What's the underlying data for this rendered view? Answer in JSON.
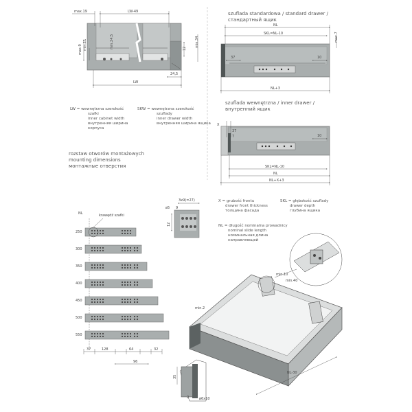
{
  "top_left": {
    "dims": {
      "max19": "max.19",
      "lw49": "LW-49",
      "max9": "max.9",
      "min11": "min.11",
      "min245": "min.24,5",
      "d12": "12",
      "min34": "min.34",
      "d245": "24,5",
      "lw": "LW"
    },
    "legend_lw": [
      "LW = wewnętrzna szerokość",
      "szafki",
      "inner cabinet width",
      "внутренняя ширина",
      "корпуса"
    ],
    "legend_skw": [
      "SKW = wewnętrzna szerokość",
      "szuflady",
      "inner drawer width",
      "внутренняя ширина ящика"
    ]
  },
  "standard_drawer": {
    "title": [
      "szuflada standardowa / standard drawer /",
      "стандартный ящик"
    ],
    "dims": {
      "nl": "NL",
      "skl": "SKL=NL-10",
      "max7": "max.7",
      "d37": "37",
      "d10": "10",
      "nl3": "NL+3"
    }
  },
  "inner_drawer": {
    "title": [
      "szuflada wewnętrzna / inner drawer /",
      "внутренний ящик"
    ],
    "dims": {
      "x": "X",
      "d37": "37",
      "d7": "7",
      "d10": "10",
      "skl": "SKL=NL-10",
      "nl": "NL",
      "nlx3": "NL+X+3"
    }
  },
  "mounting": {
    "title": [
      "rozstaw otworów montażowych",
      "mounting dimensions",
      "монтажные отверстия"
    ],
    "nl_label": "NL",
    "edge_label": "krawędź szafki",
    "rows": [
      "250",
      "300",
      "350",
      "400",
      "450",
      "500",
      "550"
    ],
    "bottom_dims": {
      "d37": "37",
      "d128": "128",
      "d64": "64",
      "d32": "32",
      "d96": "96"
    }
  },
  "hole_detail": {
    "d3x9": "3x9(=27)",
    "d5": "ø5",
    "d12": "12",
    "d9": "9"
  },
  "notes": {
    "x": [
      "X = grubość frontu",
      "drawer front thickness",
      "толщина фасада"
    ],
    "skl": [
      "SKL = głębokość szuflady",
      "drawer depth",
      "глубина ящика"
    ],
    "nl": [
      "NL = długość nominalna prowadnicy",
      "nominal slide length",
      "номинальная длина",
      "направляющей"
    ]
  },
  "iso": {
    "min10": "min.10",
    "min40": "min.40",
    "min2": "min.2",
    "nl30": "NL-30",
    "d35": "35",
    "d2": "2",
    "d65": "ø6x10"
  }
}
